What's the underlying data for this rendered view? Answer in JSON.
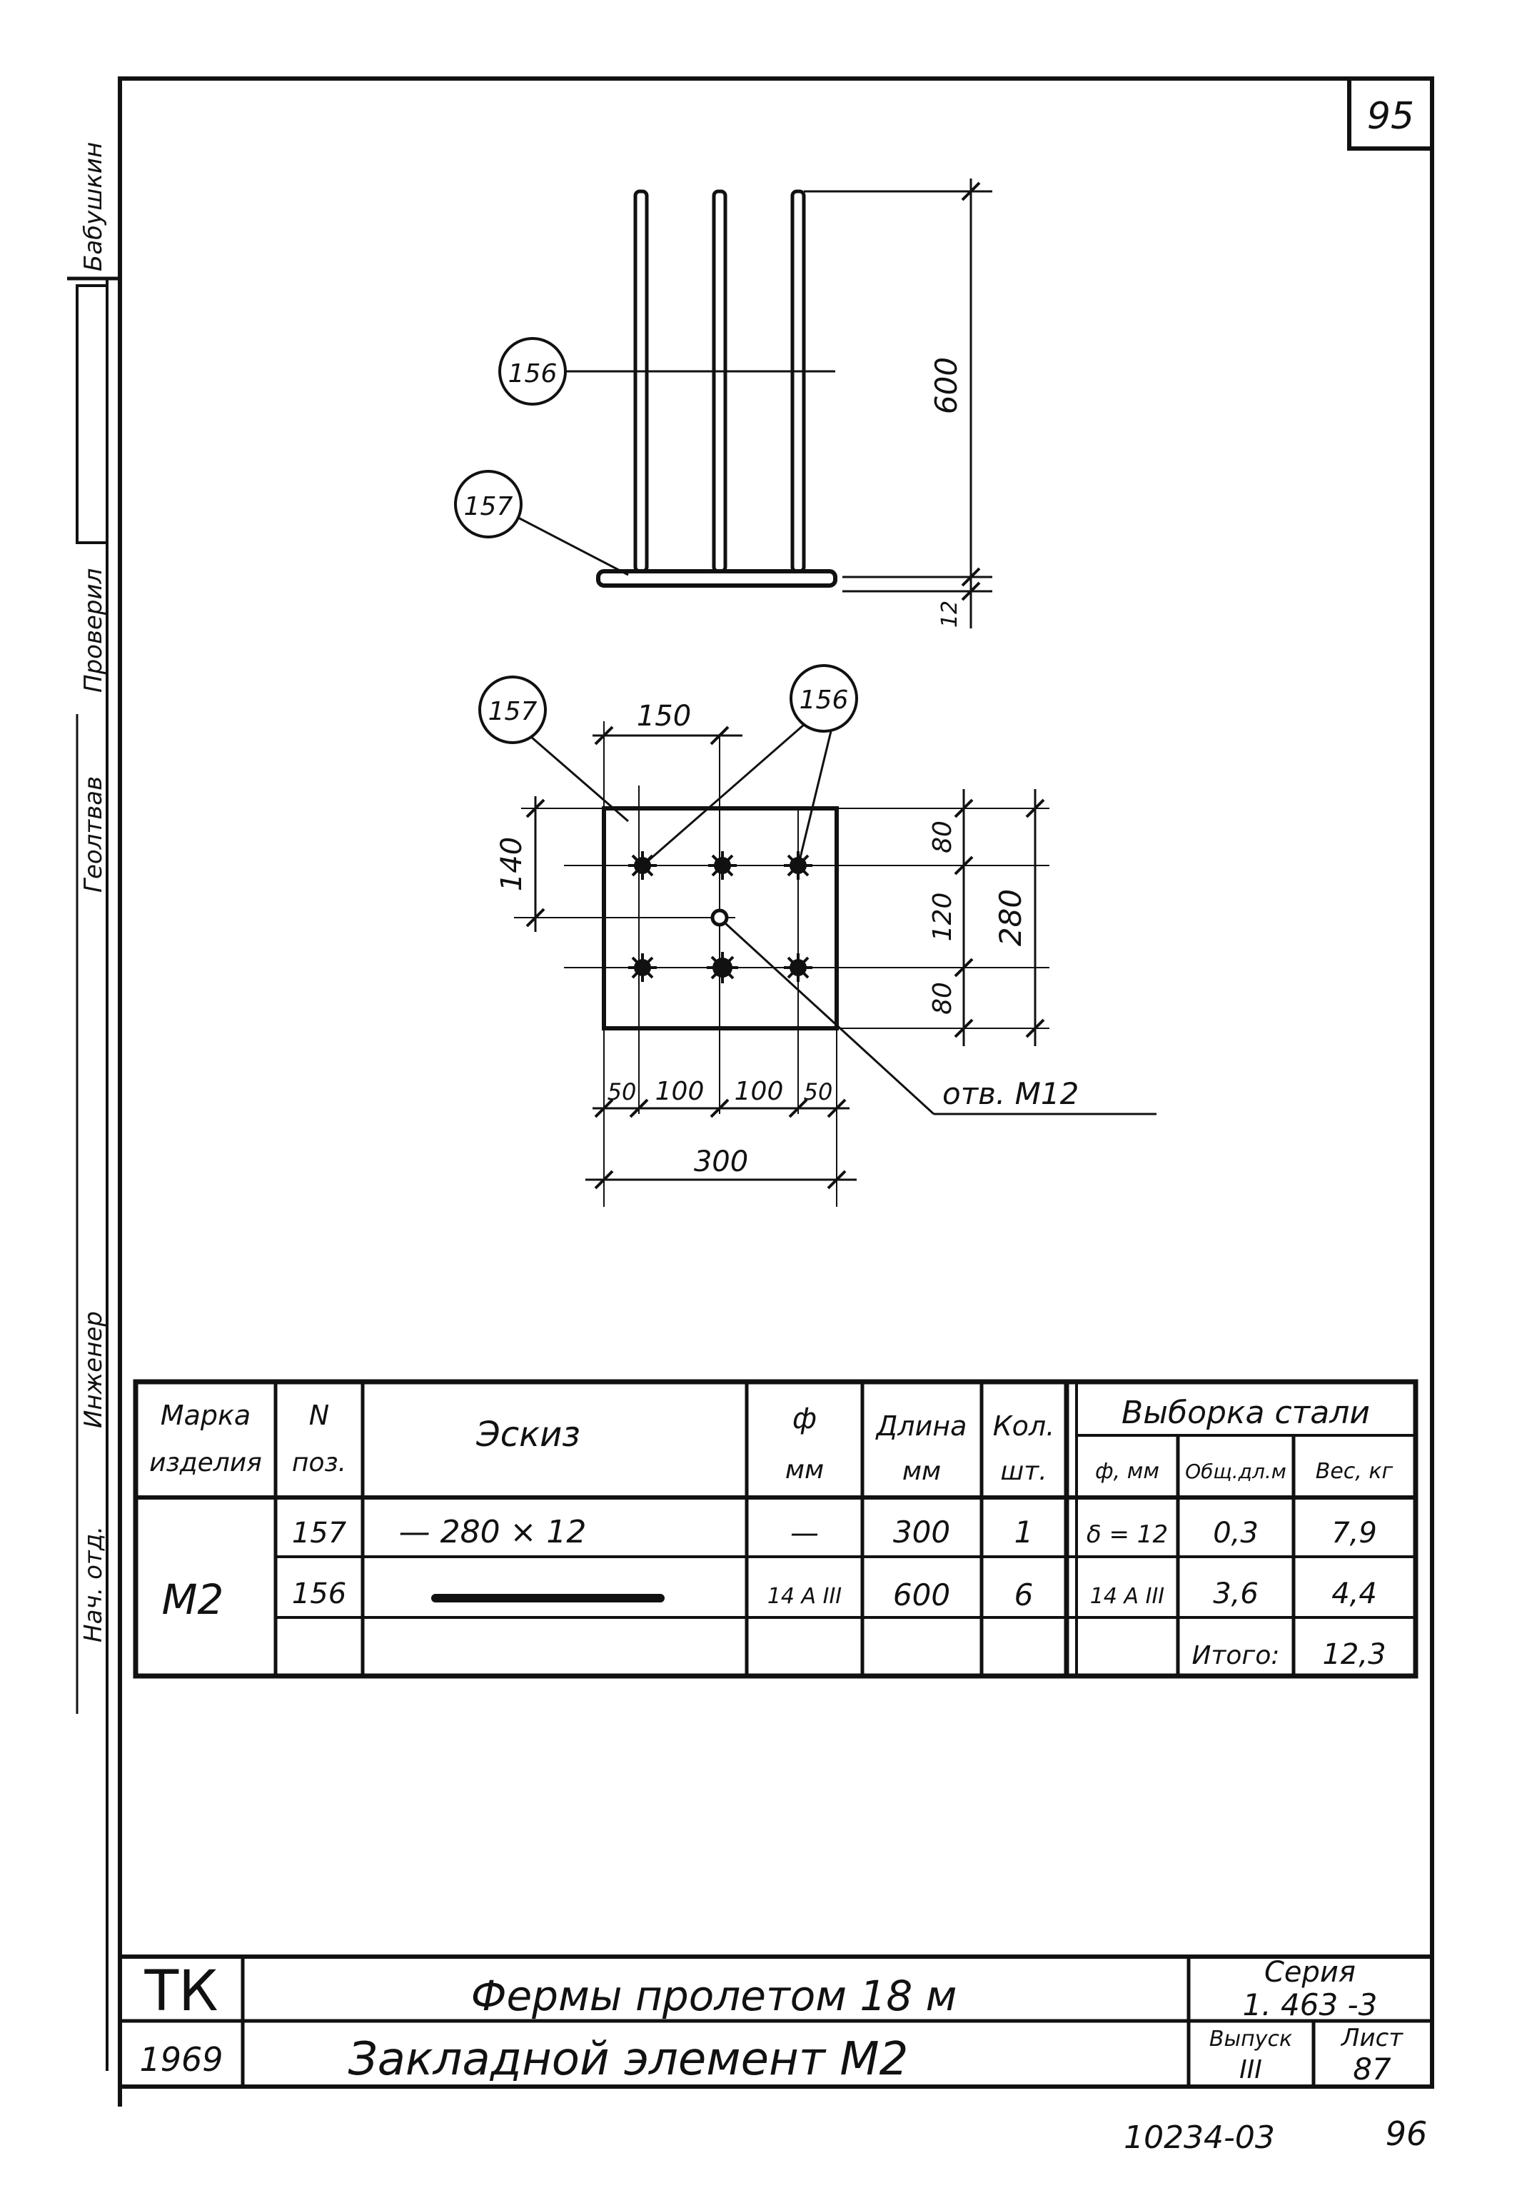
{
  "sheet_number": "95",
  "side_stamp": {
    "labels": [
      "Бабушкин",
      "Проверил",
      "Геолтвав",
      "Инженер",
      "Нач. отд."
    ]
  },
  "elevation": {
    "callout_156": "156",
    "callout_157": "157",
    "dim_height": "600",
    "dim_plate": "12"
  },
  "plan": {
    "callout_157": "157",
    "callout_156": "156",
    "dim_top": "150",
    "dim_left": "140",
    "dim_r1": "80",
    "dim_r2": "120",
    "dim_r3": "80",
    "dim_total_h": "280",
    "dim_b1": "50",
    "dim_b2": "100",
    "dim_b3": "100",
    "dim_b4": "50",
    "dim_total_w": "300",
    "hole_note": "отв. М12"
  },
  "spec_table": {
    "headers": {
      "mark": [
        "Марка",
        "изделия"
      ],
      "pos": [
        "N",
        "поз."
      ],
      "sketch": "Эскиз",
      "dia": [
        "ф",
        "мм"
      ],
      "length": [
        "Длина",
        "мм"
      ],
      "qty": [
        "Кол.",
        "шт."
      ],
      "steel_group": "Выборка стали",
      "steel_dia": "ф, мм",
      "steel_total_len": "Общ.дл.м",
      "steel_weight": "Вес, кг"
    },
    "mark": "М2",
    "rows": [
      {
        "pos": "157",
        "sketch": "— 280 × 12",
        "dia": "—",
        "length": "300",
        "qty": "1",
        "steel_dia": "δ = 12",
        "total_len": "0,3",
        "weight": "7,9"
      },
      {
        "pos": "156",
        "sketch": "",
        "dia": "14 А III",
        "length": "600",
        "qty": "6",
        "steel_dia": "14 А III",
        "total_len": "3,6",
        "weight": "4,4"
      }
    ],
    "total_label": "Итого:",
    "total_weight": "12,3"
  },
  "title_block": {
    "org": "ТК",
    "title": "Фермы пролетом 18 м",
    "series_label": "Серия",
    "series": "1. 463 -3",
    "year": "1969",
    "subtitle": "Закладной элемент М2",
    "issue_label": "Выпуск",
    "issue": "III",
    "sheet_label": "Лист",
    "sheet": "87"
  },
  "footer": {
    "doc_number": "10234-03",
    "page": "96"
  }
}
